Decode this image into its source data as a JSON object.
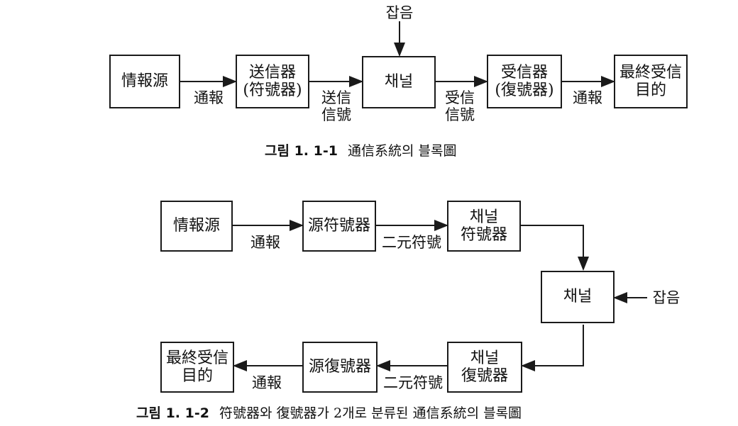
{
  "figure1": {
    "noise": "잡음",
    "boxes": [
      "情報源",
      "送信器\n(符號器)",
      "채널",
      "受信器\n(復號器)",
      "最終受信\n目的"
    ],
    "links": [
      "通報",
      "送信\n信號",
      "受信\n信號",
      "通報"
    ],
    "caption_num": "그림 1. 1-1",
    "caption_text": "通信系統의 블록圖"
  },
  "figure2": {
    "boxes_top": [
      "情報源",
      "源符號器",
      "채널\n符號器"
    ],
    "links_top": [
      "通報",
      "二元符號"
    ],
    "channel": "채널",
    "noise": "잡음",
    "boxes_bottom": [
      "채널\n復號器",
      "源復號器",
      "最終受信\n目的"
    ],
    "links_bottom": [
      "二元符號",
      "通報"
    ],
    "caption_num": "그림 1. 1-2",
    "caption_text": "符號器와 復號器가 2개로 분류된 通信系統의 블록圖"
  }
}
